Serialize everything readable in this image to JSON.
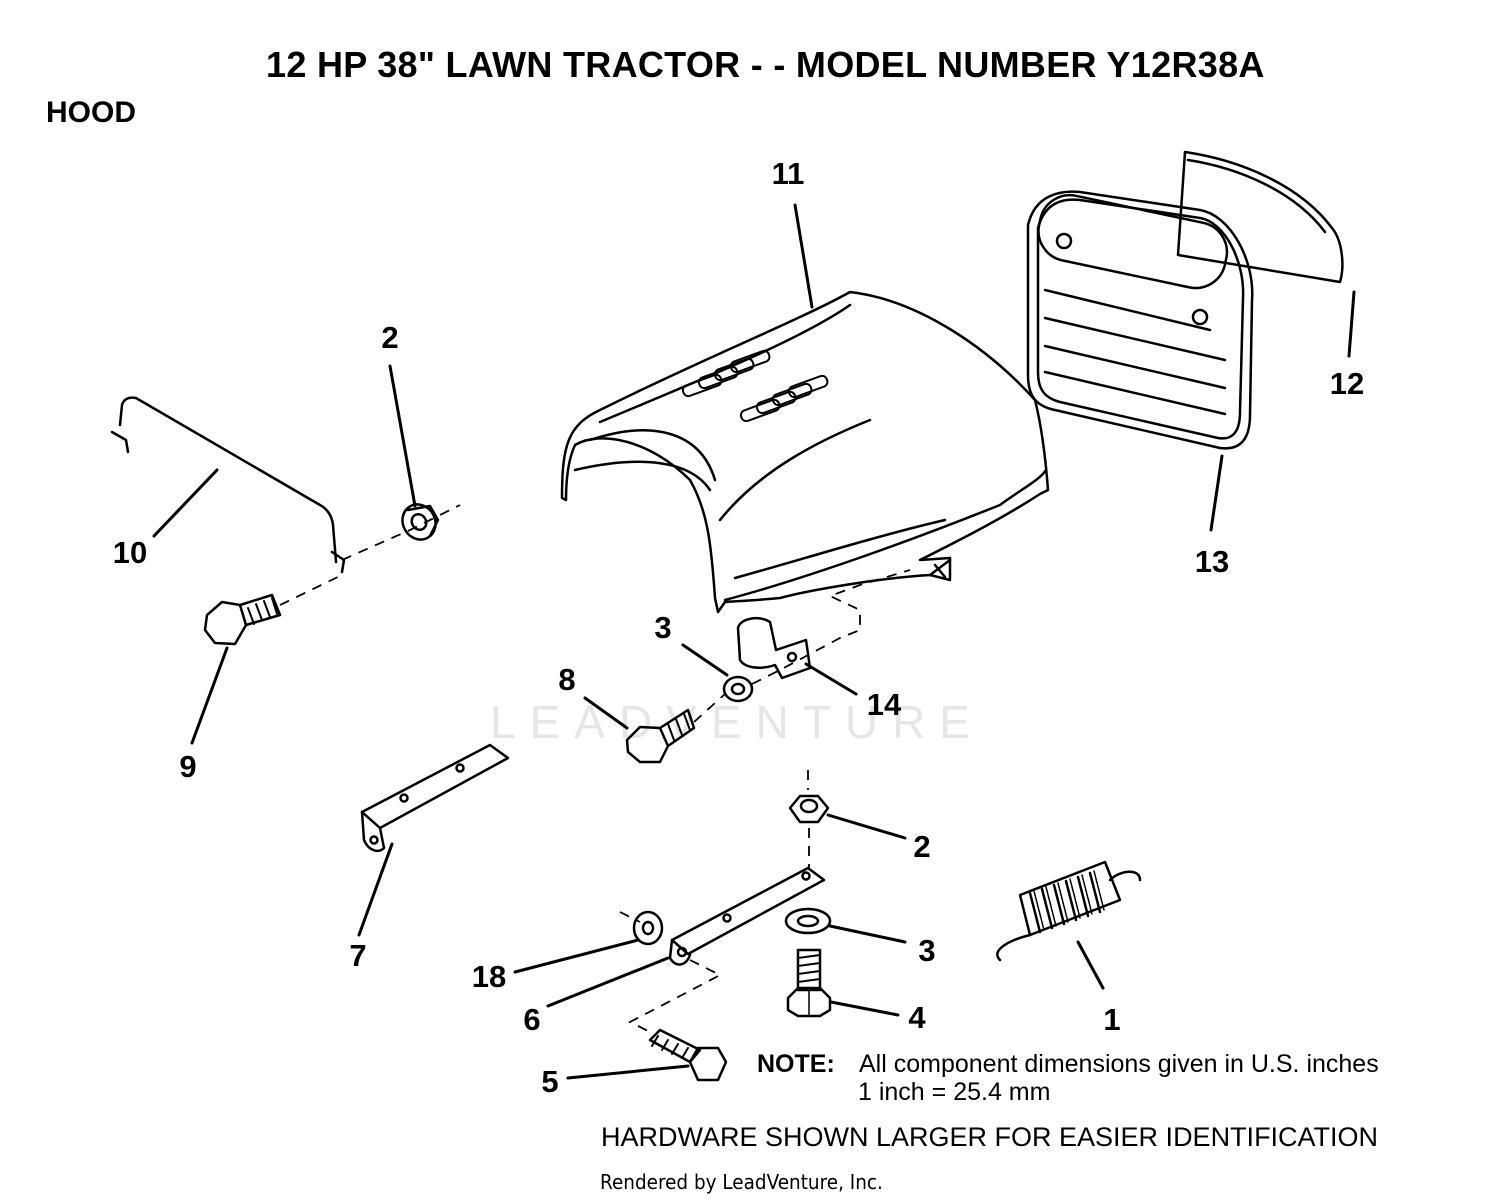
{
  "header": {
    "title": "12 HP 38\" LAWN TRACTOR - - MODEL NUMBER Y12R38A",
    "section": "HOOD"
  },
  "parts": [
    {
      "key": "p11",
      "number": "11",
      "part": "hood"
    },
    {
      "key": "p12",
      "number": "12",
      "part": "lens"
    },
    {
      "key": "p13",
      "number": "13",
      "part": "grille"
    },
    {
      "key": "p2a",
      "number": "2",
      "part": "nut"
    },
    {
      "key": "p10",
      "number": "10",
      "part": "hood-rod"
    },
    {
      "key": "p9",
      "number": "9",
      "part": "bolt"
    },
    {
      "key": "p3a",
      "number": "3",
      "part": "washer"
    },
    {
      "key": "p14",
      "number": "14",
      "part": "bracket"
    },
    {
      "key": "p8",
      "number": "8",
      "part": "bolt"
    },
    {
      "key": "p7",
      "number": "7",
      "part": "strap"
    },
    {
      "key": "p2b",
      "number": "2",
      "part": "nut"
    },
    {
      "key": "p3b",
      "number": "3",
      "part": "washer"
    },
    {
      "key": "p18",
      "number": "18",
      "part": "washer"
    },
    {
      "key": "p6",
      "number": "6",
      "part": "strap"
    },
    {
      "key": "p4",
      "number": "4",
      "part": "bolt"
    },
    {
      "key": "p1",
      "number": "1",
      "part": "spring"
    },
    {
      "key": "p5",
      "number": "5",
      "part": "bolt"
    }
  ],
  "watermark": "LEADVENTURE",
  "note": {
    "label": "NOTE:",
    "line1": "All component dimensions given in U.S. inches",
    "line2": "1 inch = 25.4 mm"
  },
  "hardware_note": "HARDWARE SHOWN LARGER FOR EASIER IDENTIFICATION",
  "footer": "Rendered by LeadVenture, Inc.",
  "colors": {
    "ink": "#000000",
    "watermark": "#e6e6e6",
    "background": "#ffffff"
  }
}
